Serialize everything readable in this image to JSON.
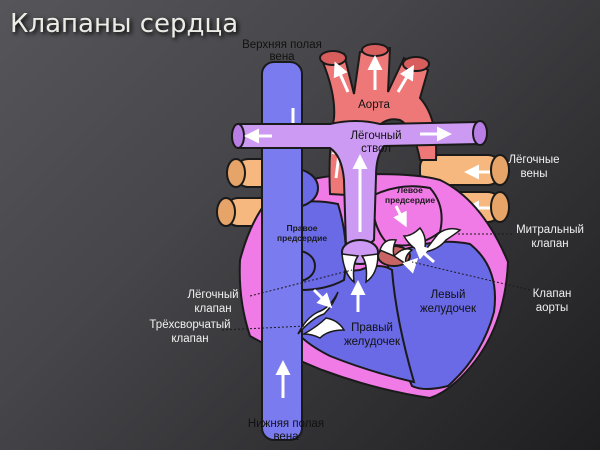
{
  "title": "Клапаны сердца",
  "labels": {
    "svc": [
      "Верхняя полая",
      "вена"
    ],
    "aorta": "Аорта",
    "pulmonary_trunk": [
      "Лёгочный",
      "ствол"
    ],
    "pulmonary_veins": [
      "Лёгочные",
      "вены"
    ],
    "left_atrium": [
      "Левое",
      "предсердие"
    ],
    "right_atrium": [
      "Правое",
      "предсердие"
    ],
    "mitral_valve": [
      "Митральный",
      "клапан"
    ],
    "aortic_valve": [
      "Клапан",
      "аорты"
    ],
    "left_ventricle": [
      "Левый",
      "желудочек"
    ],
    "right_ventricle": [
      "Правый",
      "желудочек"
    ],
    "pulmonary_valve": [
      "Лёгочный",
      "клапан"
    ],
    "tricuspid_valve": [
      "Трёхсворчатый",
      "клапан"
    ],
    "ivc": [
      "Нижняя полая",
      "вена"
    ]
  },
  "colors": {
    "background": "#3c3c40",
    "vena_cava": "#7b7bf0",
    "right_chambers": "#6a6ae6",
    "aorta": "#ee7878",
    "pulmonary_trunk": "#cc9af2",
    "pulmonary_veins": "#f6b87e",
    "left_side": "#f07ae6",
    "valves": "#ffffff"
  }
}
